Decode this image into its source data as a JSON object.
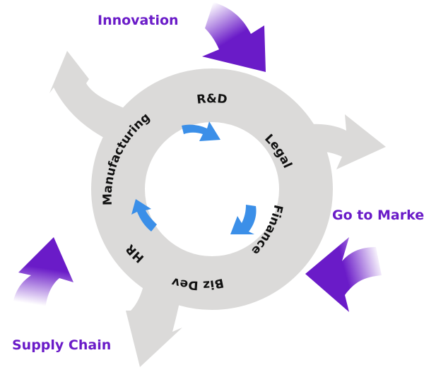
{
  "outer_labels": {
    "innovation": "Innovation",
    "go_to_market": "Go to Market",
    "supply_chain": "Supply Chain"
  },
  "ring_labels": {
    "rd": "R&D",
    "legal": "Legal",
    "finance": "Finance",
    "biz_dev": "Biz Dev",
    "hr": "HR",
    "manufacturing": "Manufacturing"
  },
  "colors": {
    "ring": "#dbdad9",
    "outer_text": "#6a1bc8",
    "purple_arrow": "#6a1bc8",
    "blue_arrow": "#3b8fe8",
    "ring_text": "#111111"
  },
  "icons": [
    "purple-arrow-icon",
    "blue-cycle-arrow-icon",
    "gray-branch-arrow-icon"
  ]
}
